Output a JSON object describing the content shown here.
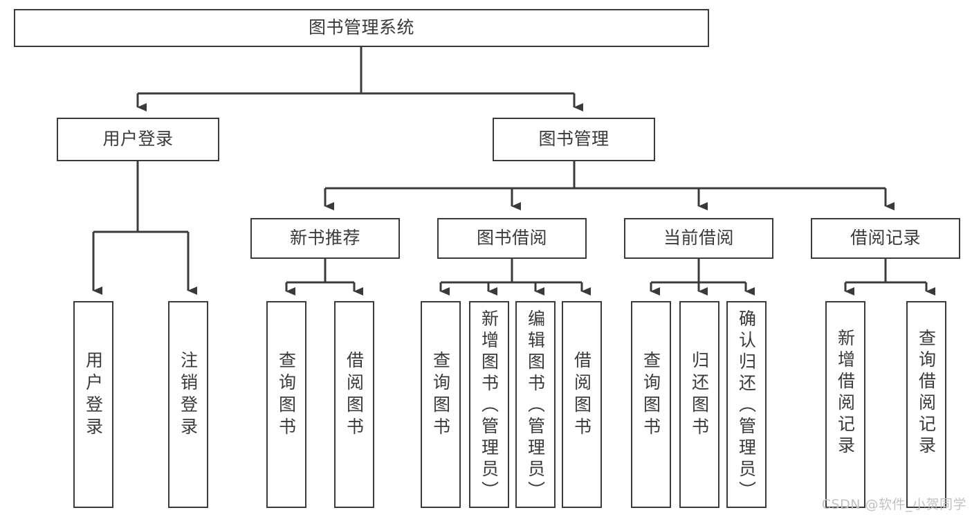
{
  "diagram": {
    "type": "tree-hierarchy",
    "title": "图书管理系统",
    "orientation": "top-down",
    "root": {
      "id": "root",
      "label": "图书管理系统"
    },
    "level2": [
      {
        "id": "user-login",
        "label": "用户登录"
      },
      {
        "id": "book-management",
        "label": "图书管理"
      }
    ],
    "level3": [
      {
        "id": "new-book-recommend",
        "label": "新书推荐",
        "parent": "book-management"
      },
      {
        "id": "book-borrow",
        "label": "图书借阅",
        "parent": "book-management"
      },
      {
        "id": "current-borrow",
        "label": "当前借阅",
        "parent": "book-management"
      },
      {
        "id": "borrow-record",
        "label": "借阅记录",
        "parent": "book-management"
      }
    ],
    "leaves": [
      {
        "id": "leaf-user-login",
        "label": "用户登录",
        "parent": "user-login"
      },
      {
        "id": "leaf-logout-login",
        "label": "注销登录",
        "parent": "user-login"
      },
      {
        "id": "leaf-query-book-1",
        "label": "查询图书",
        "parent": "new-book-recommend"
      },
      {
        "id": "leaf-borrow-book-1",
        "label": "借阅图书",
        "parent": "new-book-recommend"
      },
      {
        "id": "leaf-query-book-2",
        "label": "查询图书",
        "parent": "book-borrow"
      },
      {
        "id": "leaf-add-book",
        "label": "新增图书（管理员）",
        "parent": "book-borrow"
      },
      {
        "id": "leaf-edit-book",
        "label": "编辑图书（管理员）",
        "parent": "book-borrow"
      },
      {
        "id": "leaf-borrow-book-2",
        "label": "借阅图书",
        "parent": "book-borrow"
      },
      {
        "id": "leaf-query-book-3",
        "label": "查询图书",
        "parent": "current-borrow"
      },
      {
        "id": "leaf-return-book",
        "label": "归还图书",
        "parent": "current-borrow"
      },
      {
        "id": "leaf-confirm-return",
        "label": "确认归还（管理员）",
        "parent": "current-borrow"
      },
      {
        "id": "leaf-add-record",
        "label": "新增借阅记录",
        "parent": "borrow-record"
      },
      {
        "id": "leaf-query-record",
        "label": "查询借阅记录",
        "parent": "borrow-record"
      }
    ],
    "colors": {
      "stroke": "#3a3a3a",
      "fill": "#ffffff",
      "text": "#3a3a3a",
      "watermark": "#c2c2c2"
    }
  },
  "watermark": {
    "text": "CSDN @软件_小贺同学"
  }
}
